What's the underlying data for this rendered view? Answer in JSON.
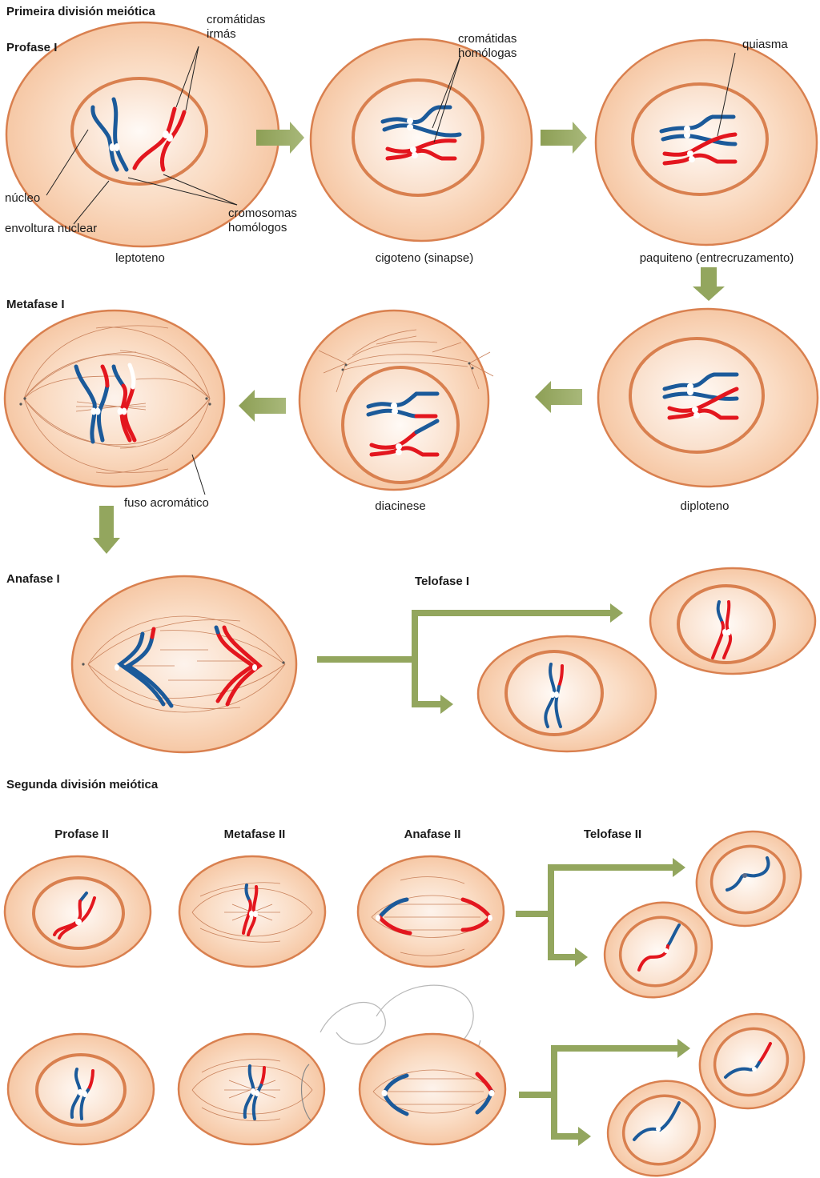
{
  "colors": {
    "cell_fill_outer": "#f7c9a6",
    "cell_fill_inner": "#fdf1e8",
    "cell_stroke": "#d9804f",
    "nuclear_envelope": "#d9804f",
    "chromosome_blue": "#1b5a9a",
    "chromosome_red": "#e3161e",
    "arrow_green": "#93a65e",
    "spindle": "#c9825c",
    "label_text": "#1a1a1a"
  },
  "sections": {
    "first_division": "Primeira división meiótica",
    "second_division": "Segunda división meiótica"
  },
  "phases": {
    "prophase1": "Profase I",
    "metaphase1": "Metafase I",
    "anaphase1": "Anafase I",
    "telophase1": "Telofase I",
    "prophase2": "Profase II",
    "metaphase2": "Metafase II",
    "anaphase2": "Anafase II",
    "telophase2": "Telofase II"
  },
  "stages": {
    "leptotene": "leptoteno",
    "zygotene": "cigoteno (sinapse)",
    "pachytene": "paquiteno (entrecruzamento)",
    "diplotene": "diploteno",
    "diakinesis": "diacinese"
  },
  "annotations": {
    "sister_chromatids": [
      "cromátidas",
      "irmás"
    ],
    "homologous_chromatids": [
      "cromátidas",
      "homólogas"
    ],
    "chiasma": "quiasma",
    "nucleus": "núcleo",
    "nuclear_envelope": "envoltura nuclear",
    "homologous_chromosomes": [
      "cromosomas",
      "homólogos"
    ],
    "spindle": "fuso acromático"
  }
}
